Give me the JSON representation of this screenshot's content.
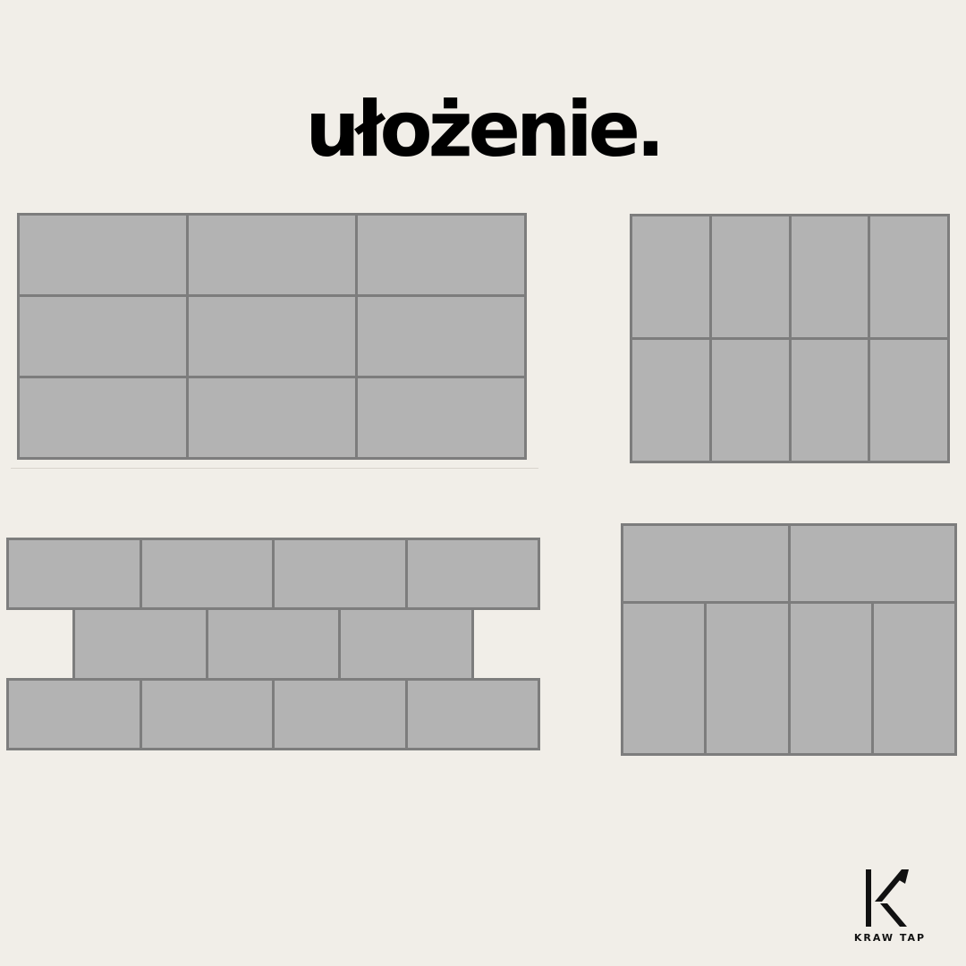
{
  "page": {
    "title": "ułożenie.",
    "background": "#f1eee8"
  },
  "colors": {
    "tile_fill": "#b3b3b3",
    "grout": "#7d7d7d"
  },
  "patterns": [
    {
      "name": "grid-horizontal",
      "rows": 3,
      "cols": 3,
      "orientation": "horizontal"
    },
    {
      "name": "grid-vertical",
      "rows": 2,
      "cols": 4,
      "orientation": "vertical"
    },
    {
      "name": "brick-horizontal",
      "rows": 3,
      "row_tiles": [
        4,
        3,
        4
      ],
      "orientation": "horizontal",
      "offset": "half"
    },
    {
      "name": "mixed",
      "rows": 2,
      "row_tiles": [
        2,
        4
      ],
      "orientation": "horizontal-over-vertical"
    }
  ],
  "logo": {
    "icon": "k-logo-icon",
    "text": "KRAW TAP"
  }
}
